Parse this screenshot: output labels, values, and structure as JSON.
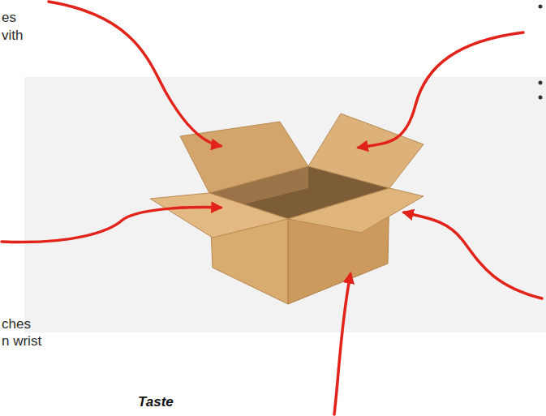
{
  "diagram": {
    "labels": [
      "es",
      "vith",
      "ches",
      "n wrist",
      "Taste"
    ]
  }
}
